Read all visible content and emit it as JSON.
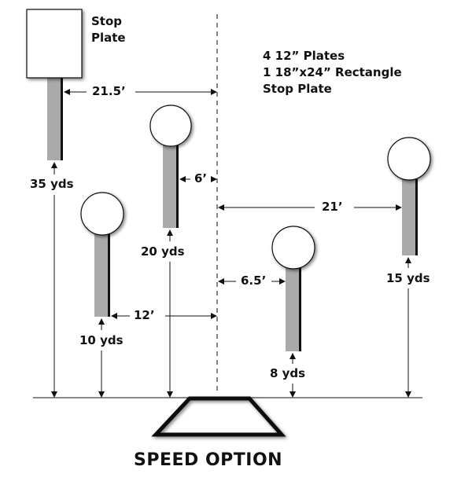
{
  "title": "SPEED OPTION",
  "legend": {
    "lines": [
      "4 12” Plates",
      "1 18”x24” Rectangle",
      "Stop Plate"
    ]
  },
  "stop_plate_label": [
    "Stop",
    "Plate"
  ],
  "colors": {
    "post_fill": "#aaaaaa",
    "post_shadow": "#111111",
    "plate_fill": "#ffffff",
    "line": "#111111",
    "background": "#ffffff"
  },
  "targets": [
    {
      "id": "stop-plate",
      "shape": "rectangle",
      "distance": "35 yds",
      "offset": "21.5’",
      "offset_side": "left"
    },
    {
      "id": "plate-20",
      "shape": "circle",
      "distance": "20 yds",
      "offset": "6’",
      "offset_side": "left"
    },
    {
      "id": "plate-10",
      "shape": "circle",
      "distance": "10 yds",
      "offset": "12’",
      "offset_side": "left"
    },
    {
      "id": "plate-8",
      "shape": "circle",
      "distance": "8 yds",
      "offset": "6.5’",
      "offset_side": "right"
    },
    {
      "id": "plate-15",
      "shape": "circle",
      "distance": "15 yds",
      "offset": "21’",
      "offset_side": "right"
    }
  ],
  "labels": {
    "d35": "35 yds",
    "d20": "20 yds",
    "d10": "10 yds",
    "d8": "8 yds",
    "d15": "15 yds",
    "o215": "21.5’",
    "o6": "6’",
    "o12": "12’",
    "o65": "6.5’",
    "o21": "21’"
  }
}
